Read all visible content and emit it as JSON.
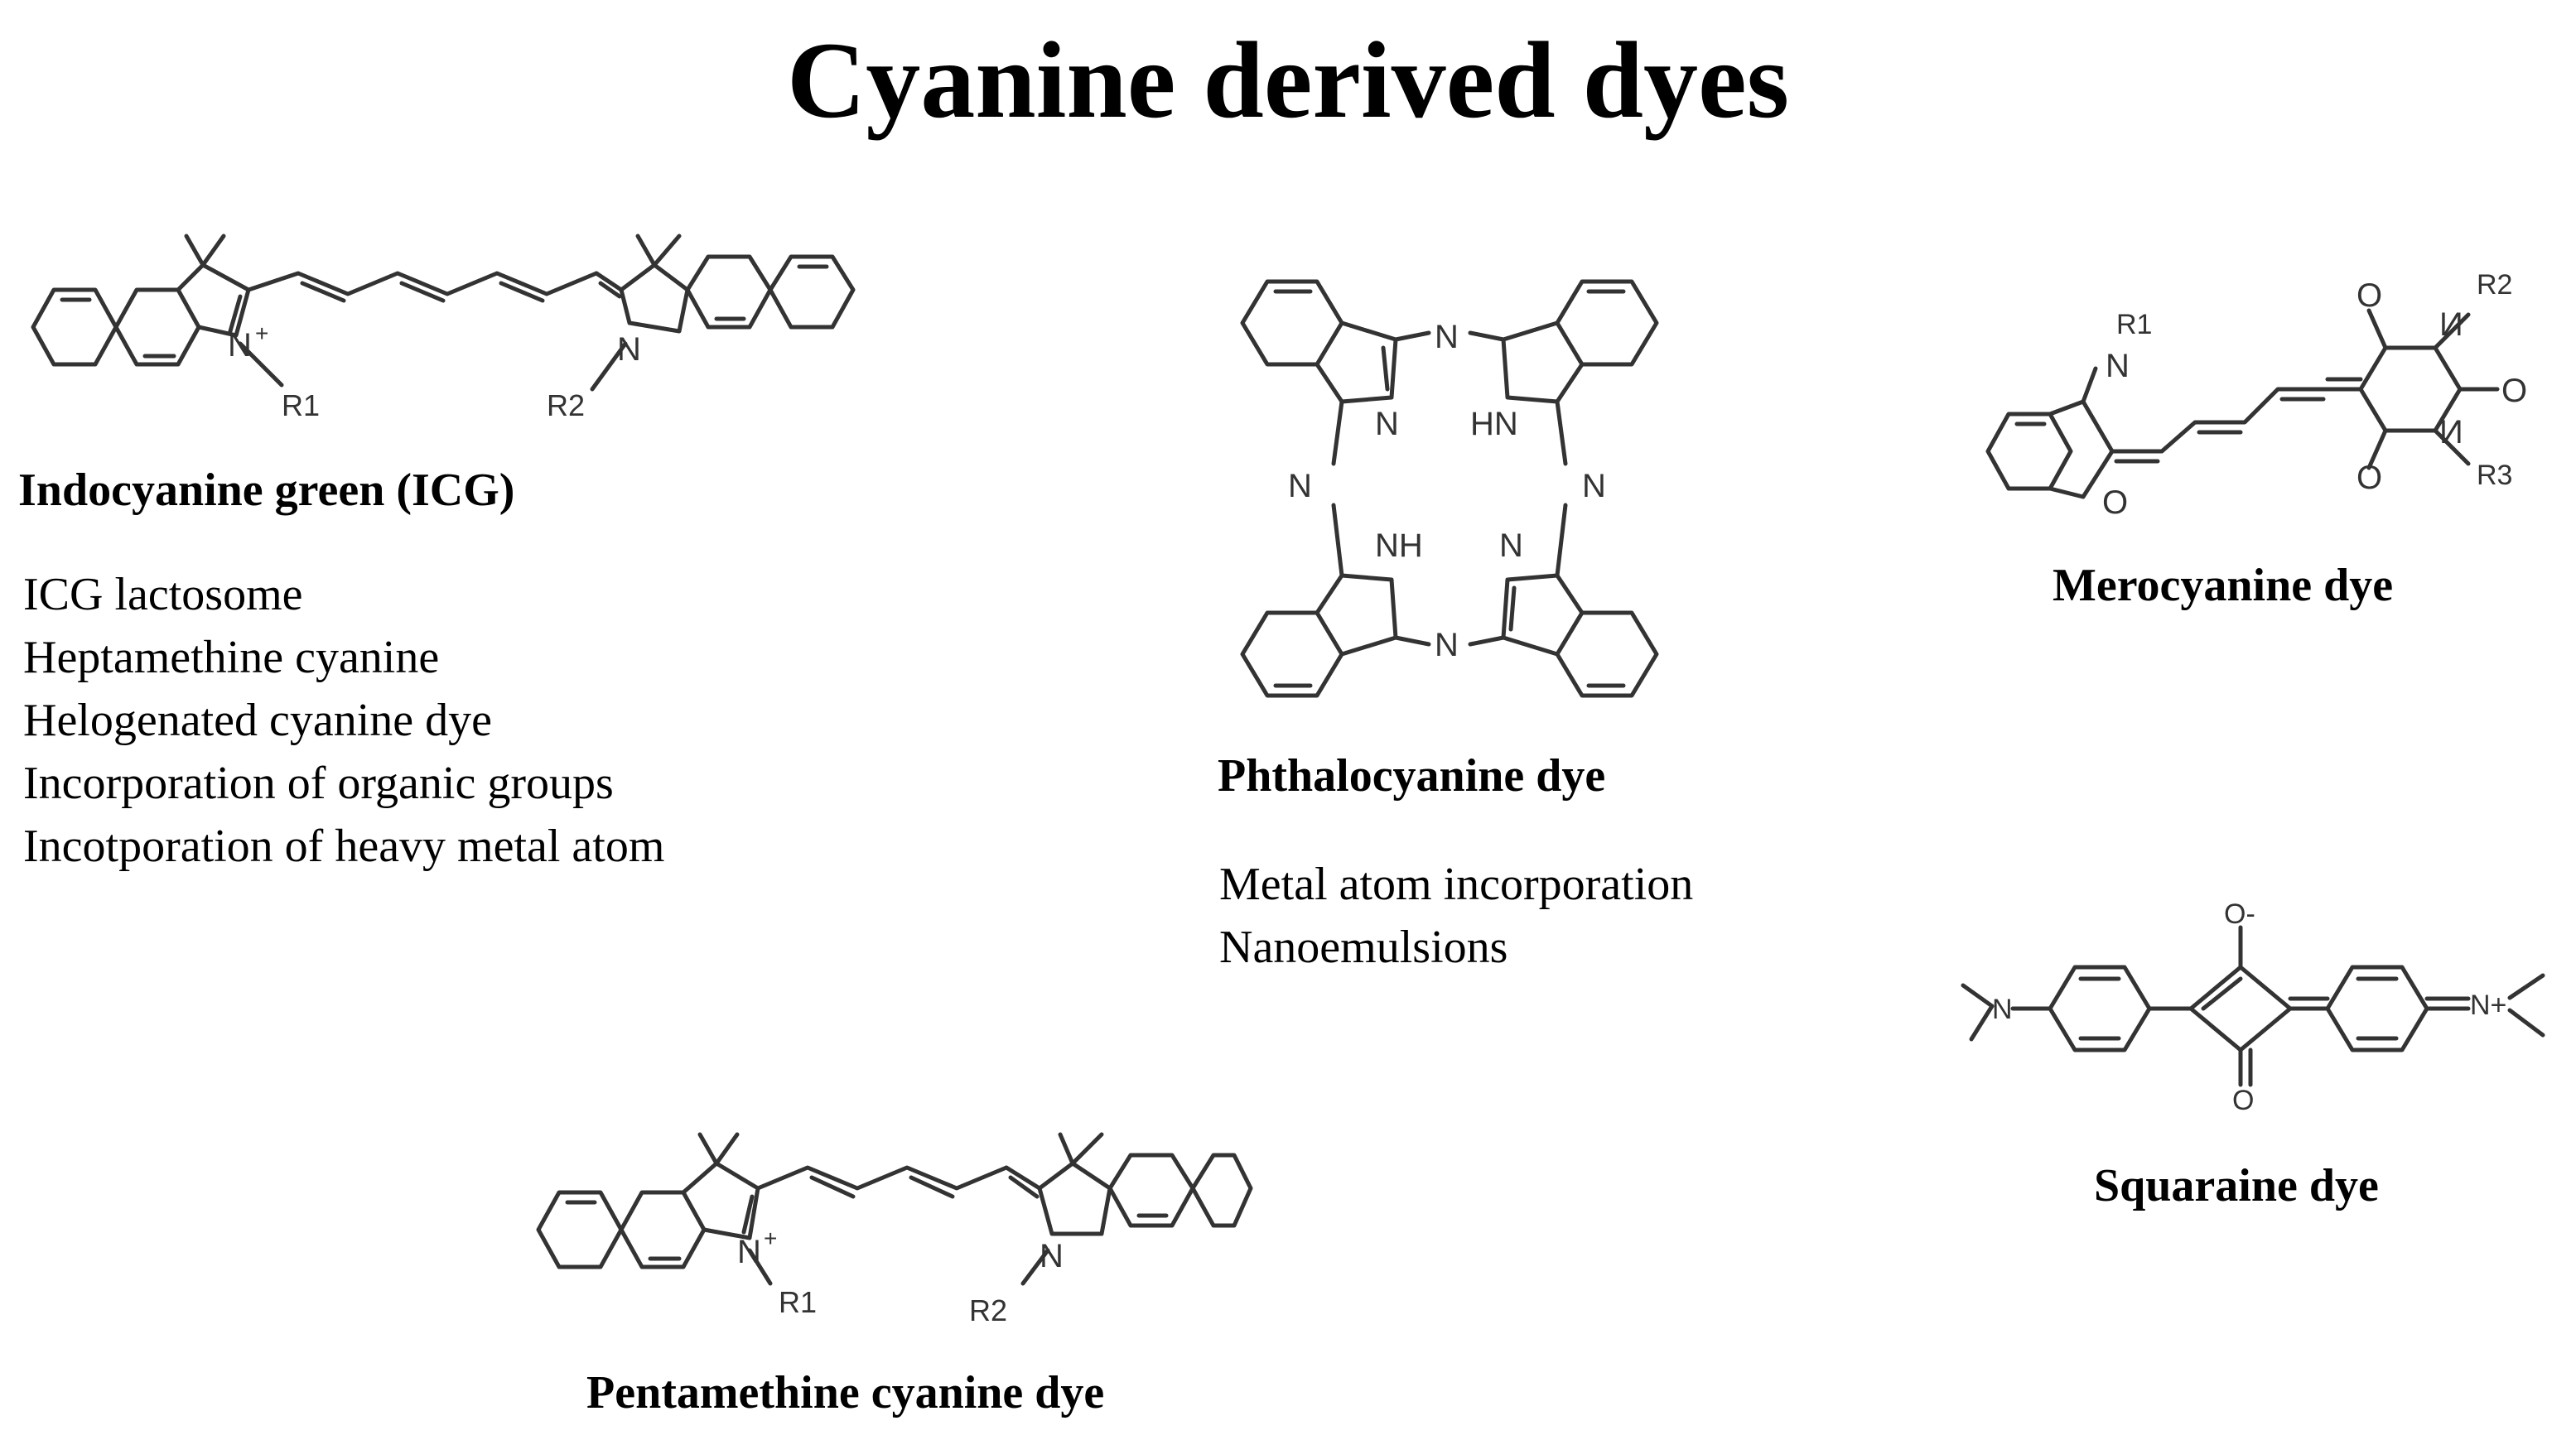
{
  "title": "Cyanine derived dyes",
  "icg": {
    "name": "Indocyanine green (ICG)",
    "items": [
      "ICG lactosome",
      "Heptamethine cyanine",
      "Helogenated cyanine dye",
      "Incorporation of organic groups",
      "Incotporation of heavy metal atom"
    ],
    "atoms": {
      "n_plus": "N",
      "charge": "+",
      "n": "N",
      "r1": "R1",
      "r2": "R2"
    }
  },
  "phthalocyanine": {
    "name": "Phthalocyanine dye",
    "items": [
      "Metal atom incorporation",
      "Nanoemulsions"
    ],
    "atoms": {
      "n": "N",
      "hn": "HN",
      "nh": "NH"
    }
  },
  "merocyanine": {
    "name": "Merocyanine  dye",
    "atoms": {
      "n": "N",
      "o": "O",
      "r1": "R1",
      "r2": "R2",
      "r3": "R3",
      "n_rev": "И"
    }
  },
  "squaraine": {
    "name": "Squaraine  dye",
    "atoms": {
      "n": "N",
      "n_plus": "N+",
      "o_minus": "O-",
      "o": "O"
    }
  },
  "pentamethine": {
    "name": "Pentamethine  cyanine  dye",
    "atoms": {
      "n_plus": "N",
      "charge": "+",
      "n": "N",
      "r1": "R1",
      "r2": "R2"
    }
  }
}
